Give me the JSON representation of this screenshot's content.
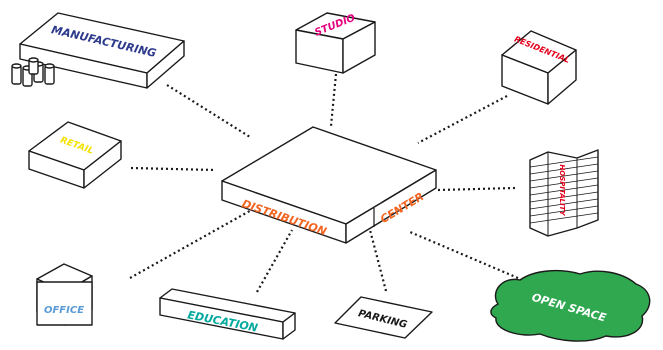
{
  "center": {
    "label_left": "DISTRIBUTION",
    "label_right": "CENTER",
    "color": "#f26522"
  },
  "nodes": {
    "manufacturing": {
      "label": "MANUFACTURING",
      "color": "#2e3a8c"
    },
    "studio": {
      "label": "STUDIO",
      "color": "#e6007e"
    },
    "residential": {
      "label": "RESIDENTIAL",
      "color": "#e3001b"
    },
    "retail": {
      "label": "RETAIL",
      "color": "#f2e100"
    },
    "hospitality": {
      "label": "HOSPITALITY",
      "color": "#e3001b"
    },
    "office": {
      "label": "OFFICE",
      "color": "#5b9bd5"
    },
    "education": {
      "label": "EDUCATION",
      "color": "#00a99d"
    },
    "parking": {
      "label": "PARKING",
      "color": "#1a1a1a"
    },
    "open_space": {
      "label": "OPEN SPACE",
      "color": "#ffffff",
      "fill": "#2fa84f"
    }
  }
}
